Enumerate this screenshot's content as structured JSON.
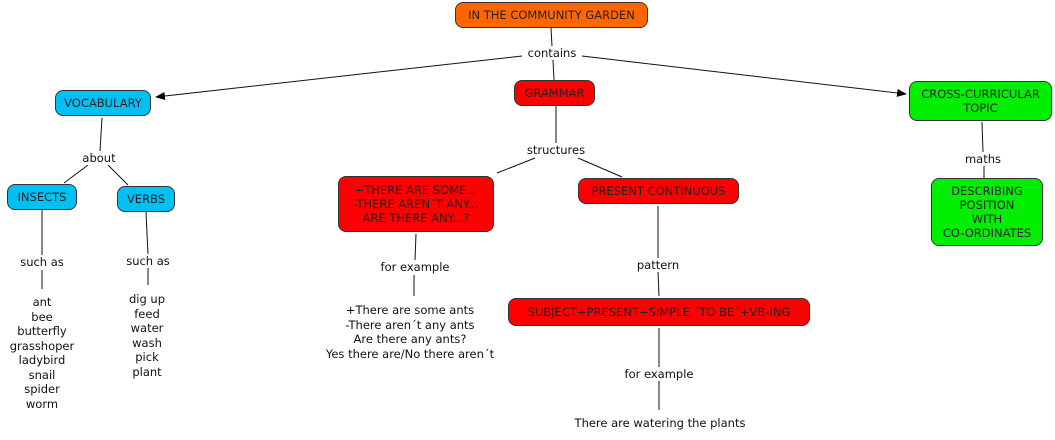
{
  "title": "IN THE COMMUNITY GARDEN",
  "nodes": {
    "root": "IN THE COMMUNITY GARDEN",
    "vocabulary": "VOCABULARY",
    "grammar": "GRAMMAR",
    "cross_curricular": "CROSS-CURRICULAR\nTOPIC",
    "insects": "INSECTS",
    "verbs": "VERBS",
    "there_are": "+THERE ARE SOME...\n-THERE AREN´T ANY...\nARE THERE ANY...?",
    "present_continuous": "PRESENT CONTINUOUS",
    "pattern_box": "SUBJECT+PRESENT+SIMPLE ´TO BE´+VB-ING",
    "describing_position": "DESCRIBING\nPOSITION\nWITH\nCO-ORDINATES"
  },
  "link_labels": {
    "contains": "contains",
    "about": "about",
    "structures": "structures",
    "maths": "maths",
    "such_as_insects": "such as",
    "such_as_verbs": "such as",
    "for_example_there": "for example",
    "pattern": "pattern",
    "for_example_pattern": "for example"
  },
  "lists": {
    "insects": "ant\nbee\nbutterfly\ngrasshoper\nladybird\nsnail\nspider\nworm",
    "verbs": "dig up\nfeed\nwater\nwash\npick\nplant",
    "there_examples": "+There are some ants\n-There aren´t any ants\nAre there any ants?\nYes there are/No there aren´t",
    "pattern_example": "There are watering the plants"
  },
  "colors": {
    "root": "#ff6600",
    "vocabulary": "#00c0f4",
    "grammar": "#ff0000",
    "cross_curricular": "#00ee00"
  }
}
